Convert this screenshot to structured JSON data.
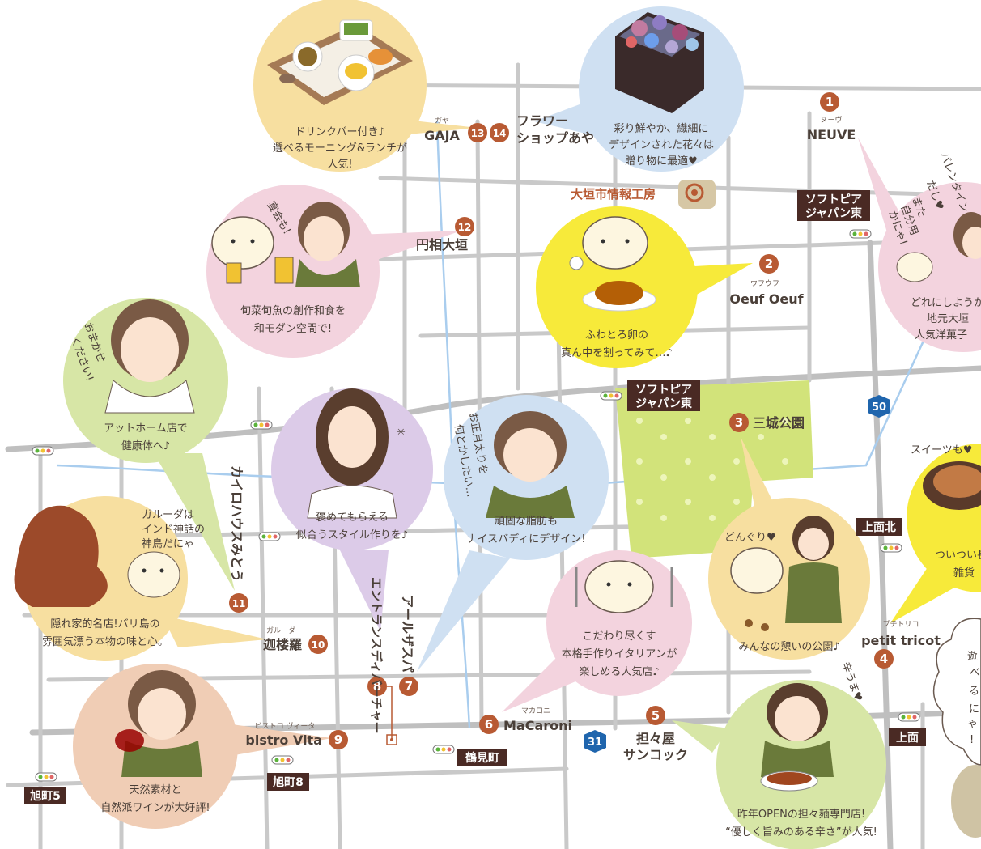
{
  "colors": {
    "marker": "#b85a33",
    "route_badge": "#1f65ad",
    "tag_bg": "#4a2a24",
    "park": "#d2e37a",
    "bubble_yellow": "#f7dfa0",
    "bubble_blue": "#cfe0f2",
    "bubble_pink": "#f3d3de",
    "bubble_bright_yellow": "#f7ea3a",
    "bubble_green": "#d7e6a6",
    "bubble_purple": "#dccbe8",
    "bubble_tan": "#f0cdb5"
  },
  "places": [
    {
      "id": "neuve",
      "number": "1",
      "name": "NEUVE",
      "ruby": "ヌーヴ"
    },
    {
      "id": "oeuf",
      "number": "2",
      "name": "Oeuf Oeuf",
      "ruby": "ウフウフ"
    },
    {
      "id": "park",
      "number": "3",
      "name": "三城公園"
    },
    {
      "id": "petit",
      "number": "4",
      "name": "petit tricot",
      "ruby": "プチトリコ"
    },
    {
      "id": "sancock",
      "number": "5",
      "name_line1": "担々屋",
      "name_line2": "サンコック"
    },
    {
      "id": "macaroni",
      "number": "6",
      "name": "MaCaroni",
      "ruby": "マカロニ"
    },
    {
      "id": "alsaspa",
      "number": "7",
      "name": "アールザスパ"
    },
    {
      "id": "entrance",
      "number": "8",
      "name": "エントランスディバーチャー"
    },
    {
      "id": "vita",
      "number": "9",
      "name": "bistro Vita",
      "ruby": "ビストロ ヴィータ"
    },
    {
      "id": "garuda",
      "number": "10",
      "name": "迦楼羅",
      "ruby": "ガルーダ"
    },
    {
      "id": "chiro",
      "number": "11",
      "name": "カイロハウスみとう"
    },
    {
      "id": "ensou",
      "number": "12",
      "name": "円相大垣"
    },
    {
      "id": "gaja",
      "number": "13",
      "name": "GAJA",
      "ruby": "ガヤ"
    },
    {
      "id": "flower",
      "number": "14",
      "name_line1": "フラワー",
      "name_line2": "ショップあや"
    }
  ],
  "landmarks": {
    "info_kobo": "大垣市情報工房"
  },
  "intersections": [
    {
      "id": "softopia-top",
      "line1": "ソフトピア",
      "line2": "ジャパン東"
    },
    {
      "id": "softopia-mid",
      "line1": "ソフトピア",
      "line2": "ジャパン東"
    },
    {
      "id": "kamimen-kita",
      "label": "上面北"
    },
    {
      "id": "kamimen",
      "label": "上面"
    },
    {
      "id": "tsurumi",
      "label": "鶴見町"
    },
    {
      "id": "asahi8",
      "label": "旭町8"
    },
    {
      "id": "asahi5",
      "label": "旭町5"
    }
  ],
  "routes": [
    "50",
    "31"
  ],
  "bubbles": {
    "gaja": [
      "ドリンクバー付き♪",
      "選べるモーニング&ランチが",
      "人気!"
    ],
    "flower": [
      "彩り鮮やか、繊細に",
      "デザインされた花々は",
      "贈り物に最適♥"
    ],
    "ensou": [
      "旬菜旬魚の創作和食を",
      "和モダン空間で!"
    ],
    "ensou_speech": "宴会も!",
    "oeuf": [
      "ふわとろ卵の",
      "真ん中を割ってみて…♪"
    ],
    "neuve": [
      "どれにしようか迷",
      "地元大垣",
      "人気洋菓子"
    ],
    "neuve_speech": [
      "バレンタイン",
      "だし♥",
      "また",
      "自分用",
      "かにゃ!"
    ],
    "chiro": [
      "アットホーム店で",
      "健康体へ♪"
    ],
    "chiro_speech": [
      "おまかせ",
      "ください!"
    ],
    "entrance": [
      "褒めてもらえる",
      "似合うスタイル作りを♪"
    ],
    "alsaspa": [
      "頑固な脂肪も",
      "ナイスバディにデザイン!"
    ],
    "alsaspa_speech": [
      "お正月太りを",
      "何とかしたい…"
    ],
    "garuda": [
      "隠れ家的名店!バリ島の",
      "雰囲気漂う本物の味と心。"
    ],
    "garuda_speech": [
      "ガルーダは",
      "インド神話の",
      "神鳥だにゃ"
    ],
    "macaroni": [
      "こだわり尽くす",
      "本格手作りイタリアンが",
      "楽しめる人気店♪"
    ],
    "park": "みんなの憩いの公園♪",
    "park_speech": "どんぐり♥",
    "vita": [
      "天然素材と",
      "自然派ワインが大好評!"
    ],
    "sancock": [
      "昨年OPENの担々麺専門店!",
      "“優しく旨みのある辛さ”が人気!"
    ],
    "sancock_speech": "辛うま♥",
    "petit": [
      "ついつい長",
      "雑貨"
    ],
    "petit_speech": "スイーツも♥",
    "cat_cloud": [
      "遊",
      "べ",
      "る",
      "に",
      "ゃ",
      "!"
    ]
  }
}
